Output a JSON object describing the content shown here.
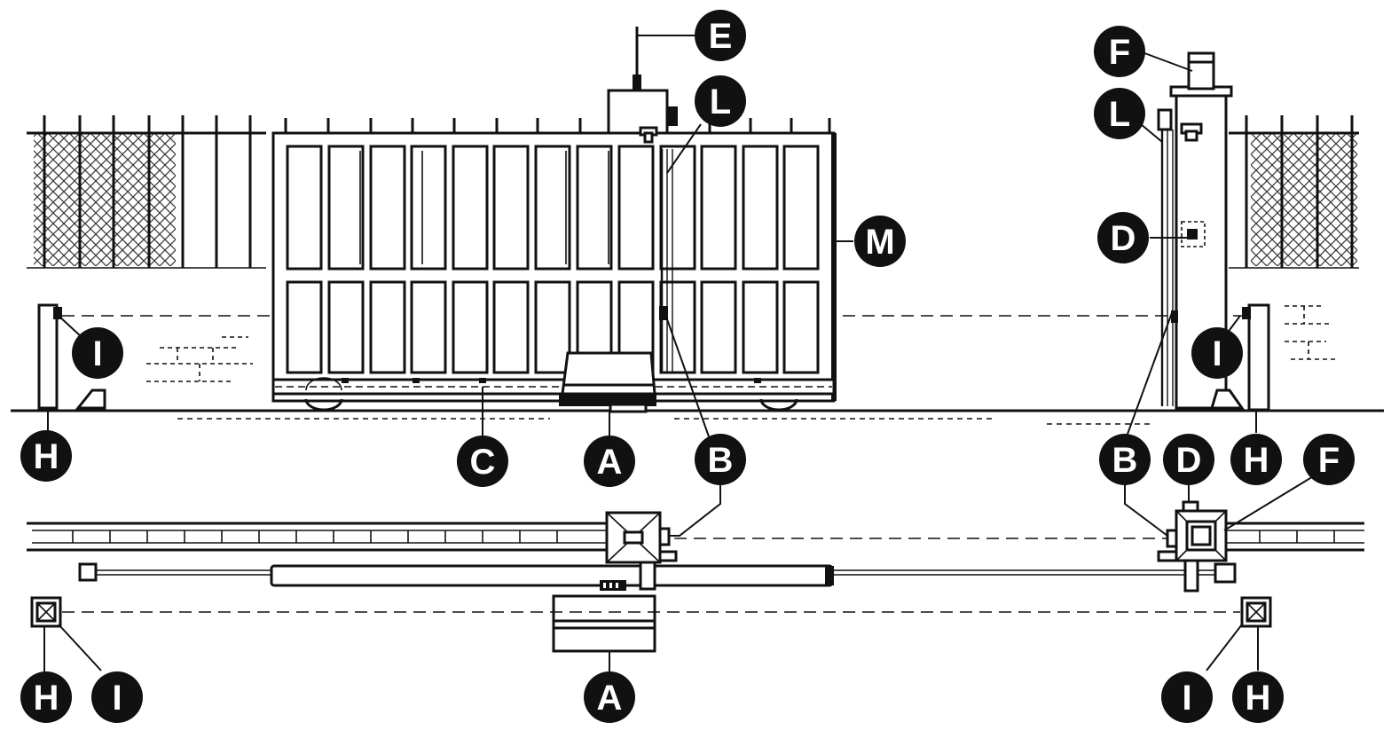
{
  "diagram": {
    "labels": {
      "A": "A",
      "B": "B",
      "C": "C",
      "D": "D",
      "E": "E",
      "F": "F",
      "H": "H",
      "I": "I",
      "L": "L",
      "M": "M"
    }
  }
}
